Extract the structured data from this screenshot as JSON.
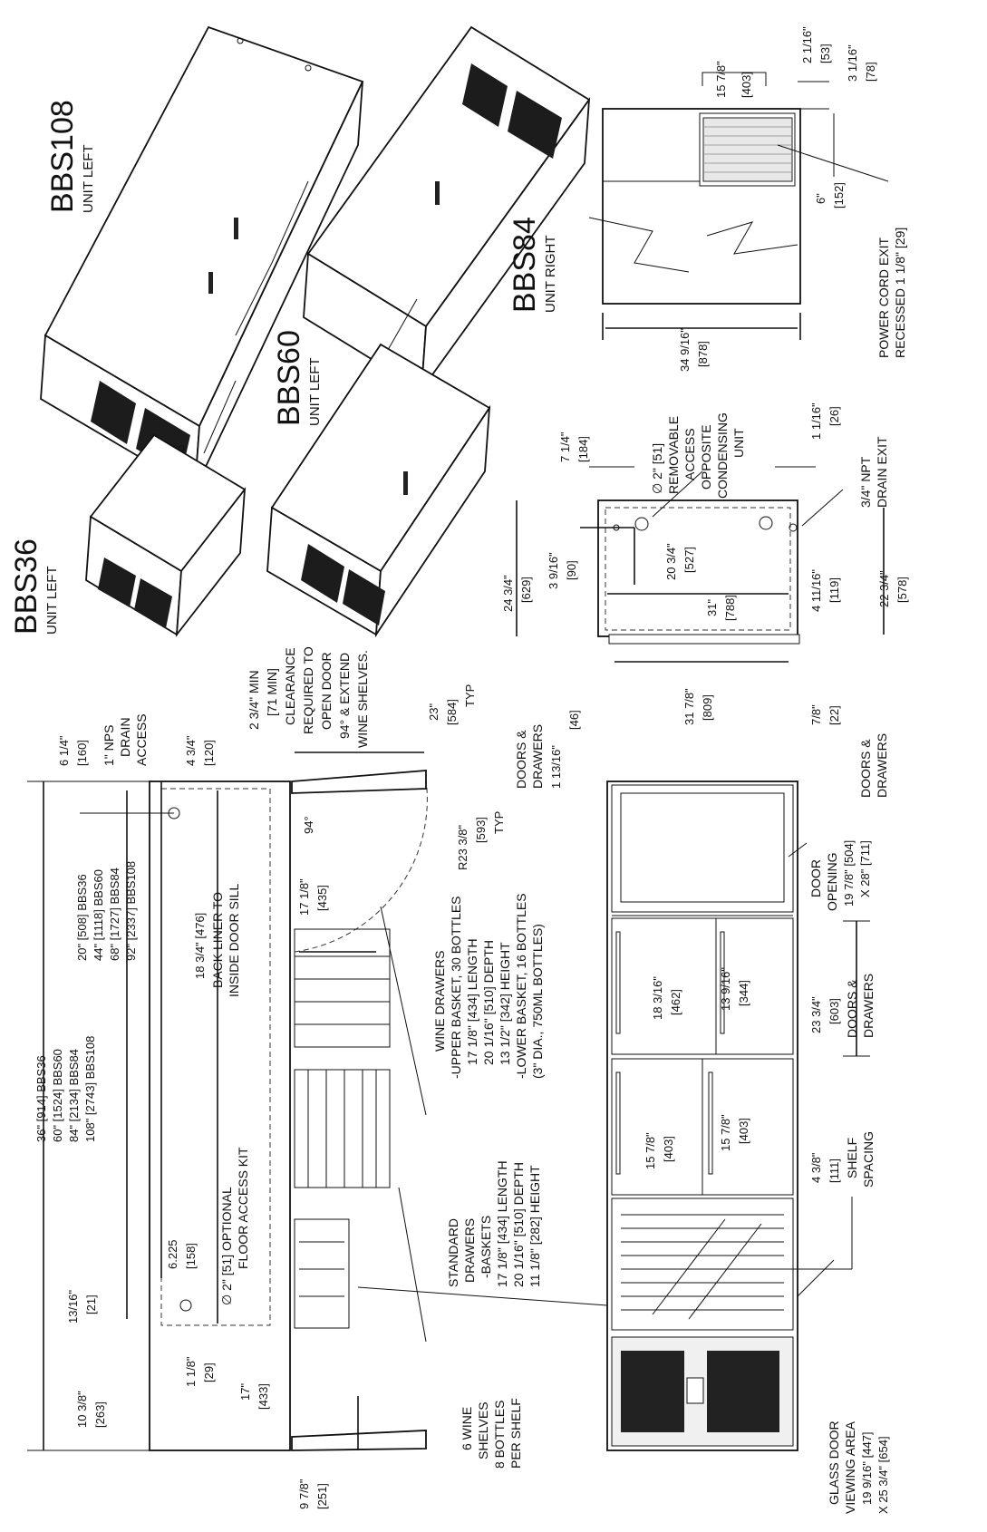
{
  "models": {
    "bbs108": {
      "name": "BBS108",
      "orient": "UNIT LEFT"
    },
    "bbs84": {
      "name": "BBS84",
      "orient": "UNIT RIGHT"
    },
    "bbs60": {
      "name": "BBS60",
      "orient": "UNIT LEFT"
    },
    "bbs36": {
      "name": "BBS36",
      "orient": "UNIT LEFT"
    }
  },
  "end_view": {
    "d_15_7_8": "15 7/8\"",
    "d_403": "[403]",
    "d_2_1_16": "2 1/16\"",
    "d_53": "[53]",
    "d_3_1_16": "3 1/16\"",
    "d_78": "[78]",
    "d_6": "6\"",
    "d_152": "[152]",
    "power_cord_1": "POWER CORD EXIT",
    "power_cord_2": "RECESSED 1 1/8\" [29]",
    "d_34_9_16": "34 9/16\"",
    "d_878": "[878]"
  },
  "top_view": {
    "d_7_1_4": "7 1/4\"",
    "d_184": "[184]",
    "removable_1": "∅ 2\" [51]",
    "removable_2": "REMOVABLE",
    "removable_3": "ACCESS",
    "removable_4": "OPPOSITE",
    "removable_5": "CONDENSING",
    "removable_6": "UNIT",
    "d_1_1_16": "1 1/16\"",
    "d_26": "[26]",
    "drain_1": "3/4\" NPT",
    "drain_2": "DRAIN EXIT",
    "d_24_3_4": "24 3/4\"",
    "d_629": "[629]",
    "d_3_9_16": "3 9/16\"",
    "d_90": "[90]",
    "d_20_3_4": "20 3/4\"",
    "d_527": "[527]",
    "d_31": "31\"",
    "d_788": "[788]",
    "d_4_11_16": "4 11/16\"",
    "d_119": "[119]",
    "d_22_3_4": "22 3/4\"",
    "d_578": "[578]",
    "d_31_7_8": "31 7/8\"",
    "d_809": "[809]",
    "dd_1": "DOORS &",
    "dd_2": "DRAWERS",
    "d_1_13_16": "1 13/16\"",
    "d_46": "[46]",
    "d_7_8": "7/8\"",
    "d_22": "[22]",
    "dd2_1": "DOORS &",
    "dd2_2": "DRAWERS"
  },
  "side_view": {
    "clear_1": "2 3/4\" MIN",
    "clear_2": "[71 MIN]",
    "clear_3": "CLEARANCE",
    "clear_4": "REQUIRED TO",
    "clear_5": "OPEN DOOR",
    "clear_6": "94° & EXTEND",
    "clear_7": "WINE SHELVES.",
    "d_23": "23\"",
    "d_584": "[584]",
    "typ1": "TYP",
    "r_23_3_8": "R23 3/8\"",
    "d_593": "[593]",
    "typ2": "TYP",
    "d_6_1_4": "6 1/4\"",
    "d_160": "[160]",
    "nps_1": "1\" NPS",
    "nps_2": "DRAIN",
    "nps_3": "ACCESS",
    "d_4_3_4": "4 3/4\"",
    "d_120": "[120]",
    "len_1": "20\" [508] BBS36",
    "len_2": "44\" [1118] BBS60",
    "len_3": "68\" [1727] BBS84",
    "len_4": "92\" [2337] BBS108",
    "liner_1": "18 3/4\" [476]",
    "liner_2": "BACK LINER TO",
    "liner_3": "INSIDE DOOR SILL",
    "d_17_1_8": "17 1/8\"",
    "d_435": "[435]",
    "deg94": "94°",
    "tot_1": "36\" [914] BBS36",
    "tot_2": "60\" [1524] BBS60",
    "tot_3": "84\" [2134] BBS84",
    "tot_4": "108\" [2743] BBS108",
    "d_6_225": "6.225",
    "d_158": "[158]",
    "floor_1": "∅ 2\" [51] OPTIONAL",
    "floor_2": "FLOOR ACCESS KIT",
    "d_13_16": "13/16\"",
    "d_21": "[21]",
    "d_10_3_8": "10 3/8\"",
    "d_263": "[263]",
    "d_1_1_8": "1 1/8\"",
    "d_29": "[29]",
    "d_17": "17\"",
    "d_433": "[433]",
    "d_9_7_8": "9 7/8\"",
    "d_251": "[251]"
  },
  "notes": {
    "wine_1": "WINE DRAWERS",
    "wine_2": "-UPPER BASKET, 30 BOTTLES",
    "wine_3": "17 1/8\" [434] LENGTH",
    "wine_4": "20 1/16\" [510] DEPTH",
    "wine_5": "13 1/2\" [342] HEIGHT",
    "wine_6": "-LOWER BASKET, 16 BOTTLES",
    "wine_7": "(3\" DIA., 750ML BOTTLES)",
    "std_1": "STANDARD",
    "std_2": "DRAWERS",
    "std_3": "-BASKETS",
    "std_4": "17 1/8\" [434] LENGTH",
    "std_5": "20 1/16\" [510] DEPTH",
    "std_6": "11 1/8\" [282] HEIGHT",
    "shelves_1": "6 WINE",
    "shelves_2": "SHELVES",
    "shelves_3": "8 BOTTLES",
    "shelves_4": "PER SHELF"
  },
  "front_view": {
    "door_1": "DOOR",
    "door_2": "OPENING",
    "door_3": "19 7/8\" [504]",
    "door_4": "X 28\" [711]",
    "d_13_9_16": "13 9/16\"",
    "d_344": "[344]",
    "d_18_3_16": "18 3/16\"",
    "d_462": "[462]",
    "d_23_3_4": "23 3/4\"",
    "d_603": "[603]",
    "dd_1": "DOORS &",
    "dd_2": "DRAWERS",
    "d_15_7_8_a": "15 7/8\"",
    "d_403_a": "[403]",
    "d_15_7_8_b": "15 7/8\"",
    "d_403_b": "[403]",
    "d_4_3_8": "4 3/8\"",
    "d_111": "[111]",
    "shelf_1": "SHELF",
    "shelf_2": "SPACING",
    "glass_1": "GLASS DOOR",
    "glass_2": "VIEWING AREA",
    "glass_3": "19 9/16\" [447]",
    "glass_4": "X 25 3/4\" [654]"
  }
}
